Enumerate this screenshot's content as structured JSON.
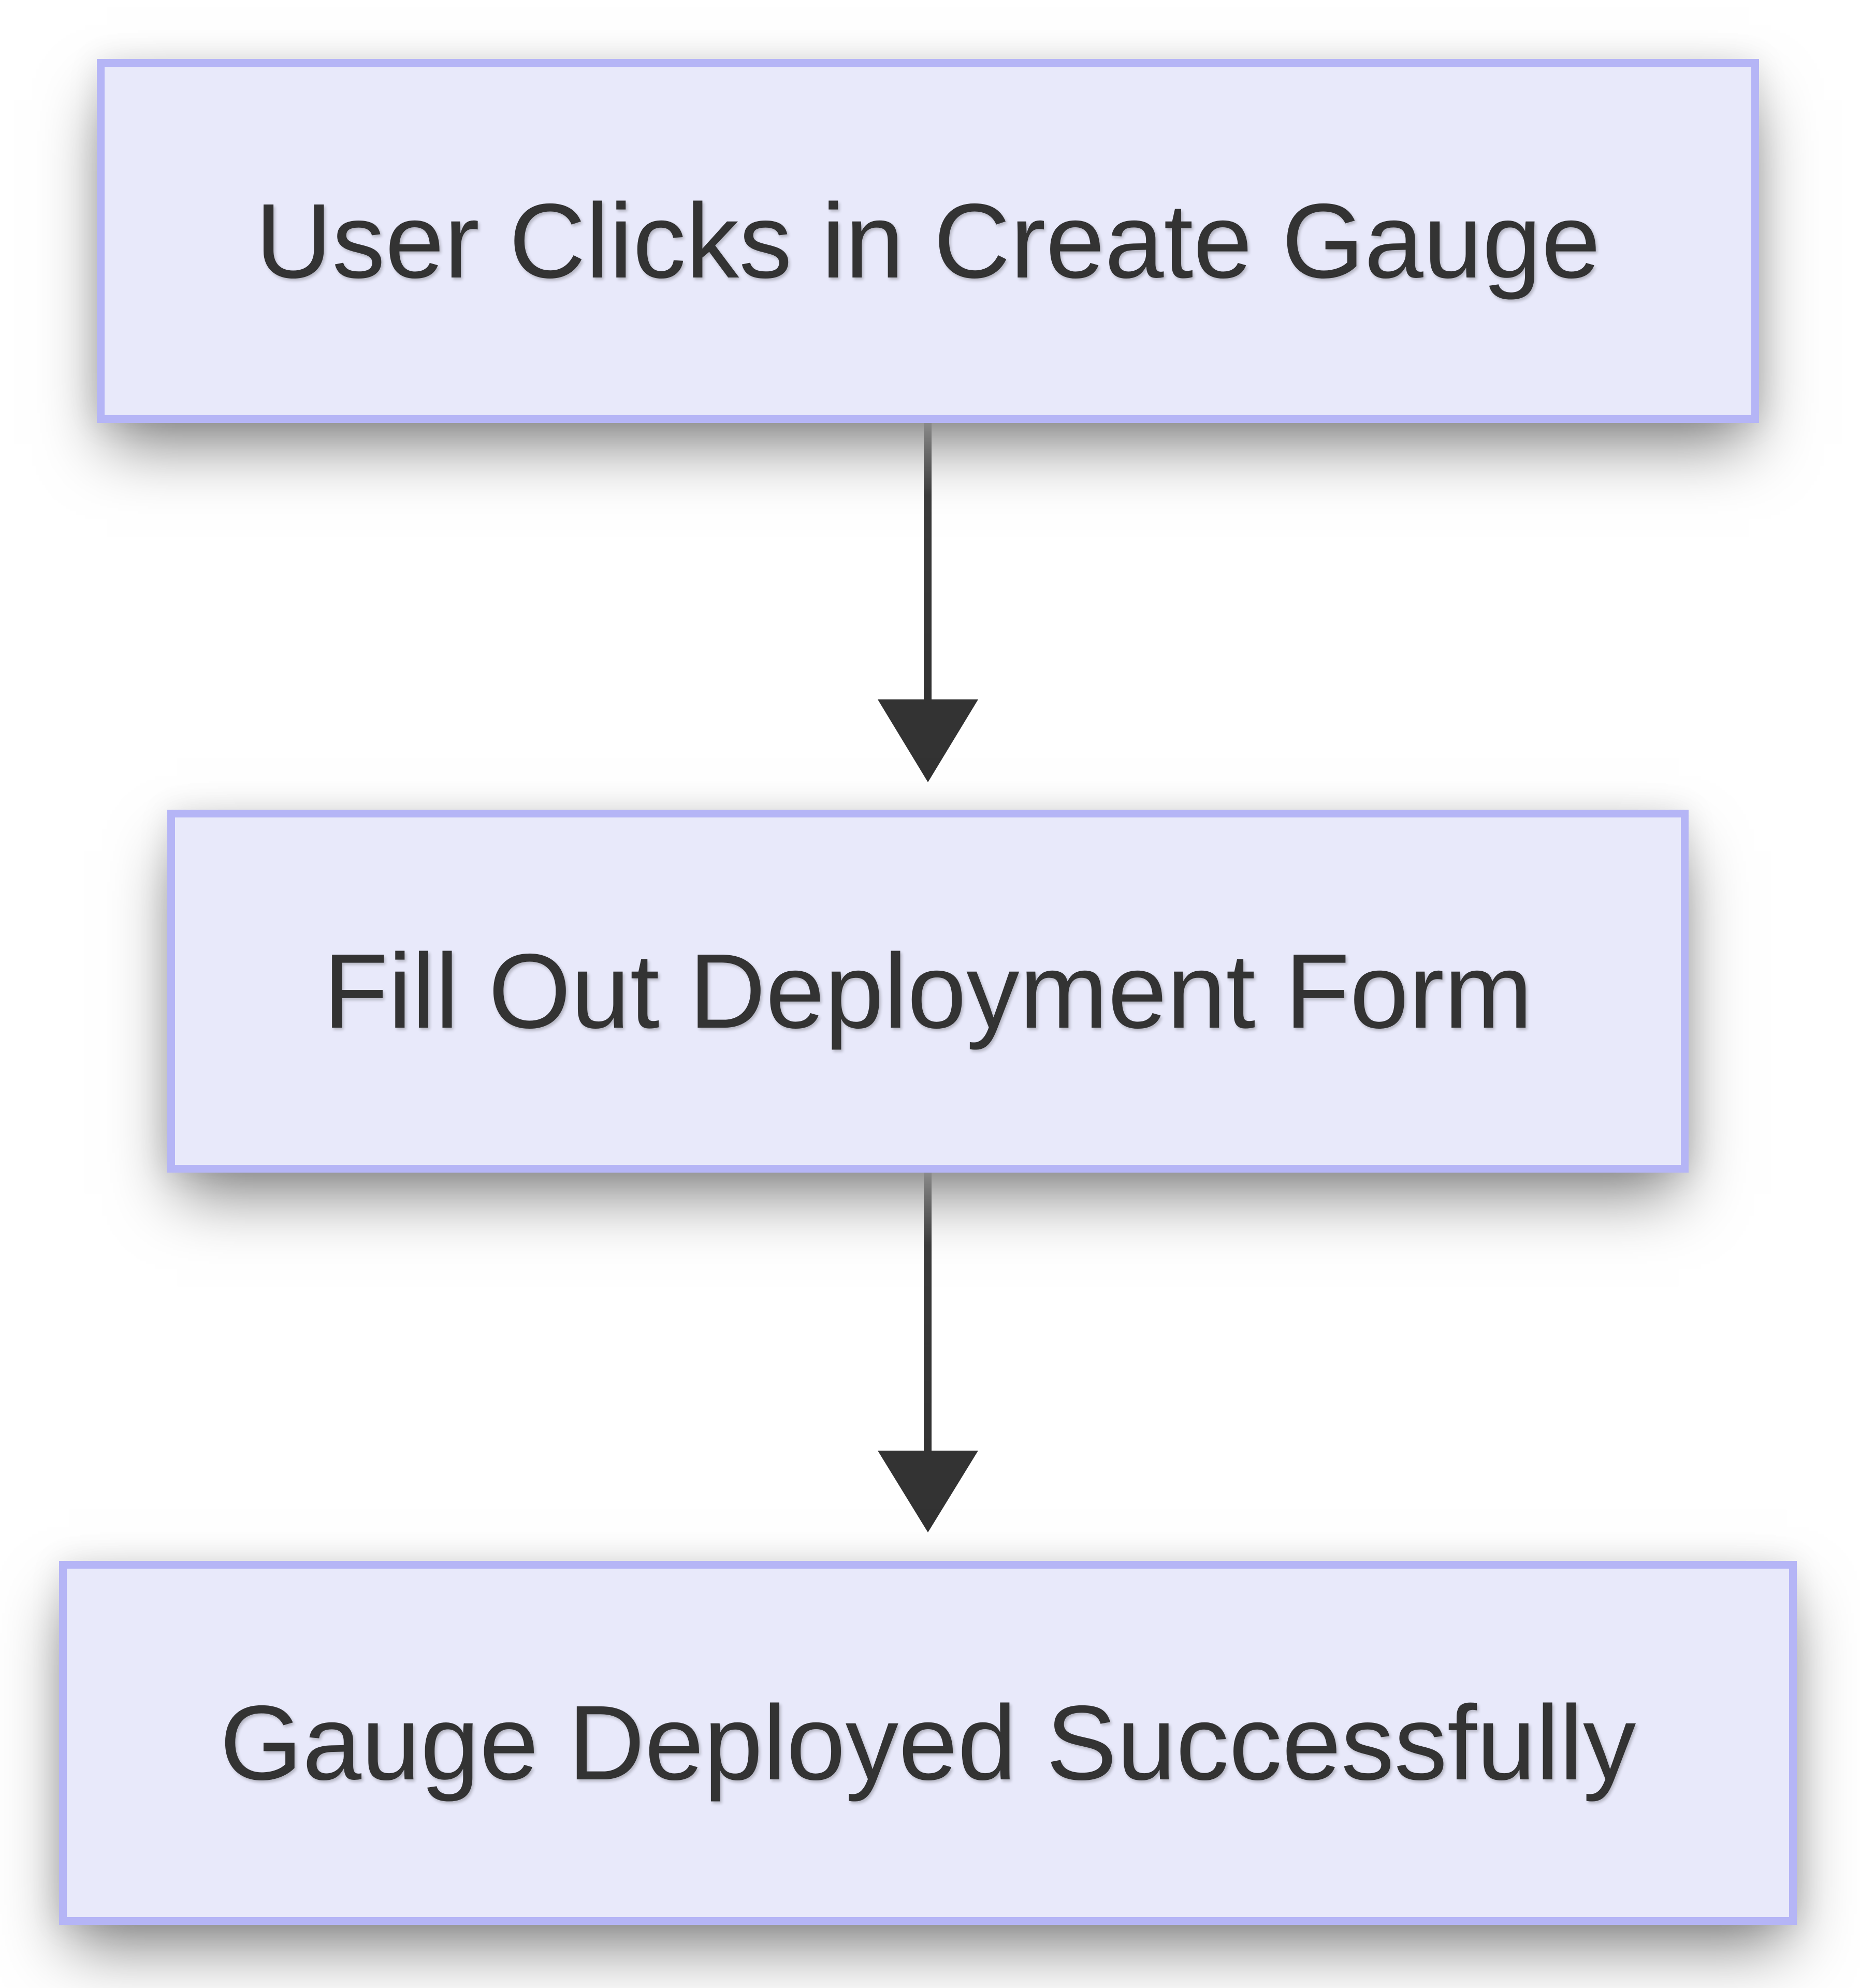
{
  "diagram": {
    "type": "flowchart",
    "direction": "top-down",
    "nodes": [
      {
        "label": "User Clicks in Create Gauge"
      },
      {
        "label": "Fill Out Deployment Form"
      },
      {
        "label": "Gauge Deployed Successfully"
      }
    ],
    "edges": [
      {
        "from": 0,
        "to": 1,
        "style": "arrow-down"
      },
      {
        "from": 1,
        "to": 2,
        "style": "arrow-down"
      }
    ],
    "colors": {
      "background": "#ffffff",
      "node_fill": "#e8e9fa",
      "node_border": "#b5b5f6",
      "text": "#333333",
      "arrow": "#333333"
    }
  }
}
